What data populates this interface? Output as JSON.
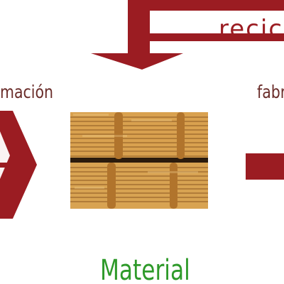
{
  "diagram": {
    "labels": {
      "top_right": "recic",
      "left": "mación",
      "right": "fabr",
      "bottom": "Material"
    },
    "colors": {
      "arrow_red": "#9b1c22",
      "arrow_red_dark": "#7d1519",
      "left_text": "#6a2d2a",
      "material_green": "#2e9a2a",
      "wood_light": "#e1b25e",
      "wood_mid": "#c88b36",
      "wood_dark": "#5e3612"
    },
    "icons": {
      "top_arrow": "down-arrow-icon",
      "left_arrow": "right-arrow-icon",
      "right_arrow": "right-arrow-icon",
      "center_image": "lumber-stack-image"
    }
  }
}
